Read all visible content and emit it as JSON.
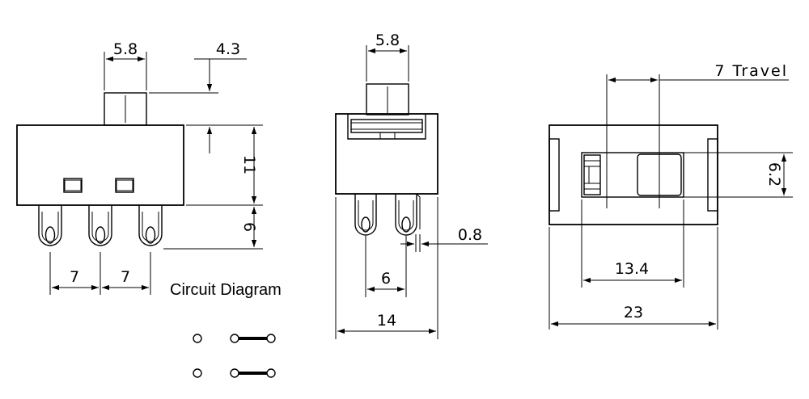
{
  "views": {
    "front": {
      "dim_actuator_width": "5.8",
      "dim_actuator_height": "4.3",
      "dim_body_height": "11",
      "dim_terminal_length": "6",
      "dim_pitch_left": "7",
      "dim_pitch_right": "7"
    },
    "side": {
      "dim_actuator_width": "5.8",
      "dim_terminal_spacing": "6",
      "dim_terminal_thickness": "0.8",
      "dim_body_width": "14"
    },
    "top": {
      "dim_travel": "7 Travel",
      "dim_slot_height": "6.2",
      "dim_slot_length": "13.4",
      "dim_overall_length": "23"
    }
  },
  "circuit": {
    "title": "Circuit Diagram"
  }
}
